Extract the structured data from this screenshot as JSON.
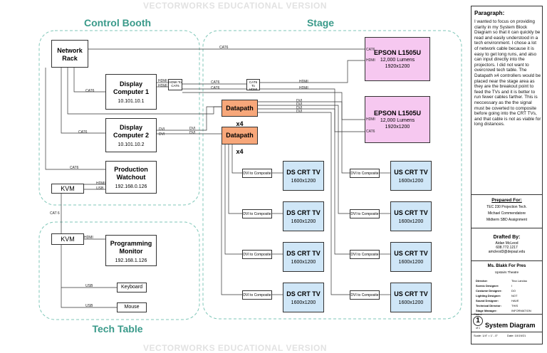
{
  "watermark": "VECTORWORKS EDUCATIONAL VERSION",
  "zones": {
    "control_booth": "Control Booth",
    "stage": "Stage",
    "tech_table": "Tech Table"
  },
  "devices": {
    "network_rack": "Network Rack",
    "display_computer_1": {
      "title": "Display Computer 1",
      "ip": "10.101.10.1"
    },
    "display_computer_2": {
      "title": "Display Computer 2",
      "ip": "10.101.10.2"
    },
    "production_watchout": {
      "title": "Production Watchout",
      "ip": "192.168.0.126"
    },
    "programming_monitor": {
      "title": "Programming Monitor",
      "ip": "192.168.1.126"
    },
    "kvm": "KVM",
    "keyboard": "Keyboard",
    "mouse": "Mouse",
    "datapath": "Datapath x4",
    "epson_title": "EPSON L1505U",
    "epson_lumens": "12,000 Lumens",
    "epson_res": "1920x1200",
    "ds_tv": "DS CRT TV",
    "us_tv": "US CRT TV",
    "tv_res": "1600x1200",
    "dvi_to_composite": "DVI to Composite",
    "hdmi_to_cat6": "HDMI To CAT6",
    "cat6_to_hdmi": "CAT6 To HDMI"
  },
  "cables": {
    "cat6": "CAT6",
    "cat6_alt": "CAT 6",
    "hdmi": "HDMI",
    "dvi": "DVI",
    "usb": "USB"
  },
  "paragraph": {
    "title": "Paragraph:",
    "body": "I wanted to focus on providing clarity in my System Block Diagram so that it can quickly be read and easily understood in a tech environment. I chose a lot of network cable because it is easy to get long runs, and also can input directly into the projectors. I did not want to overcrowd tech table. The Datapath x4 controllers would be placed near the stage area as they are the breakout point to feed the TVs and it is better to run fewer cables farther. This is neccessary as the the signal must be coverted to composite before going into the CRT TVs, and that cable is not as viable for long distances."
  },
  "prepared_for": {
    "title": "Prepared For:",
    "line1": "TEC 230 Projection Tech.",
    "line2": "Michael Commendatore",
    "line3": "Midterm SBD Assignment"
  },
  "drafted_by": {
    "title": "Drafted By:",
    "name": "Aidan McLeod",
    "phone": "608.772.1217",
    "email": "amcleod3@depaul.edu"
  },
  "show": {
    "title": "Ms. Blakk For Pres",
    "venue": "Upstairs Theatre",
    "credits": [
      {
        "role": "Director:",
        "name": "Tina Landau"
      },
      {
        "role": "Scenic Designer:",
        "name": "I"
      },
      {
        "role": "Costume Designer:",
        "name": "DO"
      },
      {
        "role": "Lighting Designer:",
        "name": "NOT"
      },
      {
        "role": "Sound Designer:",
        "name": "HAVE"
      },
      {
        "role": "Technical Director:",
        "name": "THIS"
      },
      {
        "role": "Stage Manager:",
        "name": "INFORMATION"
      }
    ]
  },
  "plate": {
    "label": "Plate #",
    "number": "1",
    "of": "of 1",
    "title": "System Diagram",
    "scale": "Scale:  1/4\" = 1' - 0\"",
    "date": "Date:  10/19/21"
  }
}
